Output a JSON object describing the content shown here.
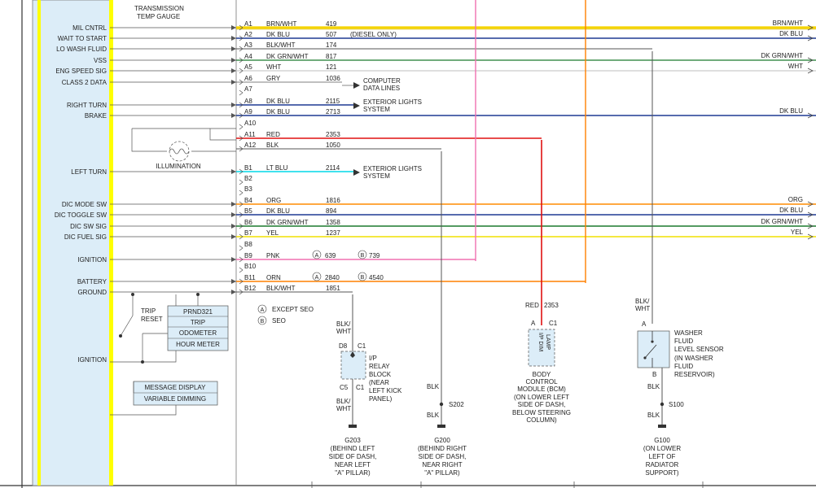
{
  "colors": {
    "panel_fill": "#dcedf8",
    "highlight_yellow": "#ffff00",
    "line_gray": "#555555",
    "brn_wht": "#f5d400",
    "dk_blu": "#1f3a93",
    "dk_grn_wht": "#1b7a2d",
    "wht": "#cccccc",
    "dk_grn": "#1a6b2a",
    "red": "#e01010",
    "lt_blu": "#00d8e8",
    "org": "#ff8c00",
    "yel": "#f0e000",
    "pnk": "#f070b0",
    "orn": "#ff8000",
    "blk": "#555555"
  },
  "header_label": [
    "TRANSMISSION",
    "TEMP GAUGE"
  ],
  "left_signals": {
    "mil_cntrl": "MIL CNTRL",
    "wait_to_start": "WAIT TO START",
    "lo_wash_fluid": "LO WASH FLUID",
    "vss": "VSS",
    "eng_speed_sig": "ENG SPEED SIG",
    "class_2_data": "CLASS 2 DATA",
    "right_turn": "RIGHT TURN",
    "brake": "BRAKE",
    "left_turn": "LEFT TURN",
    "dic_mode_sw": "DIC MODE SW",
    "dic_toggle_sw": "DIC TOGGLE SW",
    "dic_sw_sig": "DIC SW SIG",
    "dic_fuel_sig": "DIC FUEL SIG",
    "ignition": "IGNITION",
    "battery": "BATTERY",
    "ground": "GROUND",
    "ignition2": "IGNITION"
  },
  "illumination": "ILLUMINATION",
  "pins": [
    {
      "pin": "A1",
      "color": "BRN/WHT",
      "circuit": "419",
      "extra": "",
      "right": "BRN/WHT"
    },
    {
      "pin": "A2",
      "color": "DK BLU",
      "circuit": "507",
      "extra": "(DIESEL ONLY)",
      "right": "DK BLU"
    },
    {
      "pin": "A3",
      "color": "BLK/WHT",
      "circuit": "174",
      "extra": "",
      "right": ""
    },
    {
      "pin": "A4",
      "color": "DK GRN/WHT",
      "circuit": "817",
      "extra": "",
      "right": "DK GRN/WHT"
    },
    {
      "pin": "A5",
      "color": "WHT",
      "circuit": "121",
      "extra": "",
      "right": "WHT"
    },
    {
      "pin": "A6",
      "color": "GRY",
      "circuit": "1036",
      "extra": "",
      "right": ""
    },
    {
      "pin": "A7",
      "color": "",
      "circuit": "",
      "extra": "",
      "right": ""
    },
    {
      "pin": "A8",
      "color": "DK BLU",
      "circuit": "2115",
      "extra": "",
      "right": ""
    },
    {
      "pin": "A9",
      "color": "DK BLU",
      "circuit": "2713",
      "extra": "",
      "right": "DK BLU"
    },
    {
      "pin": "A10",
      "color": "",
      "circuit": "",
      "extra": "",
      "right": ""
    },
    {
      "pin": "A11",
      "color": "RED",
      "circuit": "2353",
      "extra": "",
      "right": ""
    },
    {
      "pin": "A12",
      "color": "BLK",
      "circuit": "1050",
      "extra": "",
      "right": ""
    },
    {
      "pin": "B1",
      "color": "LT BLU",
      "circuit": "2114",
      "extra": "",
      "right": ""
    },
    {
      "pin": "B2",
      "color": "",
      "circuit": "",
      "extra": "",
      "right": ""
    },
    {
      "pin": "B3",
      "color": "",
      "circuit": "",
      "extra": "",
      "right": ""
    },
    {
      "pin": "B4",
      "color": "ORG",
      "circuit": "1816",
      "extra": "",
      "right": "ORG"
    },
    {
      "pin": "B5",
      "color": "DK BLU",
      "circuit": "894",
      "extra": "",
      "right": "DK BLU"
    },
    {
      "pin": "B6",
      "color": "DK GRN/WHT",
      "circuit": "1358",
      "extra": "",
      "right": "DK GRN/WHT"
    },
    {
      "pin": "B7",
      "color": "YEL",
      "circuit": "1237",
      "extra": "",
      "right": "YEL"
    },
    {
      "pin": "B8",
      "color": "",
      "circuit": "",
      "extra": "",
      "right": ""
    },
    {
      "pin": "B9",
      "color": "PNK",
      "circuit": "639",
      "extra": "739",
      "right": ""
    },
    {
      "pin": "B10",
      "color": "",
      "circuit": "",
      "extra": "",
      "right": ""
    },
    {
      "pin": "B11",
      "color": "ORN",
      "circuit": "2840",
      "extra": "4540",
      "right": ""
    },
    {
      "pin": "B12",
      "color": "BLK/WHT",
      "circuit": "1851",
      "extra": "",
      "right": ""
    }
  ],
  "arrows": {
    "computer_data_lines": [
      "COMPUTER",
      "DATA LINES"
    ],
    "exterior_lights_1": [
      "EXTERIOR LIGHTS",
      "SYSTEM"
    ],
    "exterior_lights_2": [
      "EXTERIOR LIGHTS",
      "SYSTEM"
    ]
  },
  "option_marks": {
    "a": "A",
    "b": "B"
  },
  "legend": {
    "except_seo": "EXCEPT SEO",
    "seo": "SEO"
  },
  "trip_reset": [
    "TRIP",
    "RESET"
  ],
  "odometer_box": [
    "PRND321",
    "TRIP",
    "ODOMETER",
    "HOUR METER"
  ],
  "message_box": [
    "MESSAGE DISPLAY",
    "VARIABLE DIMMING"
  ],
  "relay": {
    "wire_top": [
      "BLK/",
      "WHT"
    ],
    "d8": "D8",
    "c1": "C1",
    "c5": "C5",
    "c1b": "C1",
    "label": [
      "I/P",
      "RELAY",
      "BLOCK",
      "(NEAR",
      "LEFT KICK",
      "PANEL)"
    ],
    "wire_bottom": [
      "BLK/",
      "WHT"
    ],
    "ground": "G203",
    "ground_desc": [
      "(BEHIND LEFT",
      "SIDE OF DASH,",
      "NEAR LEFT",
      "\"A\" PILLAR)"
    ]
  },
  "g200": {
    "wire1": "BLK",
    "splice": "S202",
    "wire2": "BLK",
    "ground": "G200",
    "desc": [
      "(BEHIND RIGHT",
      "SIDE OF DASH,",
      "NEAR RIGHT",
      "\"A\" PILLAR)"
    ]
  },
  "bcm": {
    "wire": "RED",
    "circuit": "2353",
    "a": "A",
    "c1": "C1",
    "lamp": [
      "I/P DIM",
      "LAMP"
    ],
    "label": [
      "BODY",
      "CONTROL",
      "MODULE (BCM)",
      "(ON LOWER LEFT",
      "SIDE OF DASH,",
      "BELOW STEERING",
      "COLUMN)"
    ]
  },
  "washer": {
    "wire_top": [
      "BLK/",
      "WHT"
    ],
    "a": "A",
    "b": "B",
    "label": [
      "WASHER",
      "FLUID",
      "LEVEL SENSOR",
      "(IN WASHER",
      "FLUID",
      "RESERVOIR)"
    ],
    "wire1": "BLK",
    "splice": "S100",
    "wire2": "BLK",
    "ground": "G100",
    "desc": [
      "(ON LOWER",
      "LEFT OF",
      "RADIATOR",
      "SUPPORT)"
    ]
  }
}
